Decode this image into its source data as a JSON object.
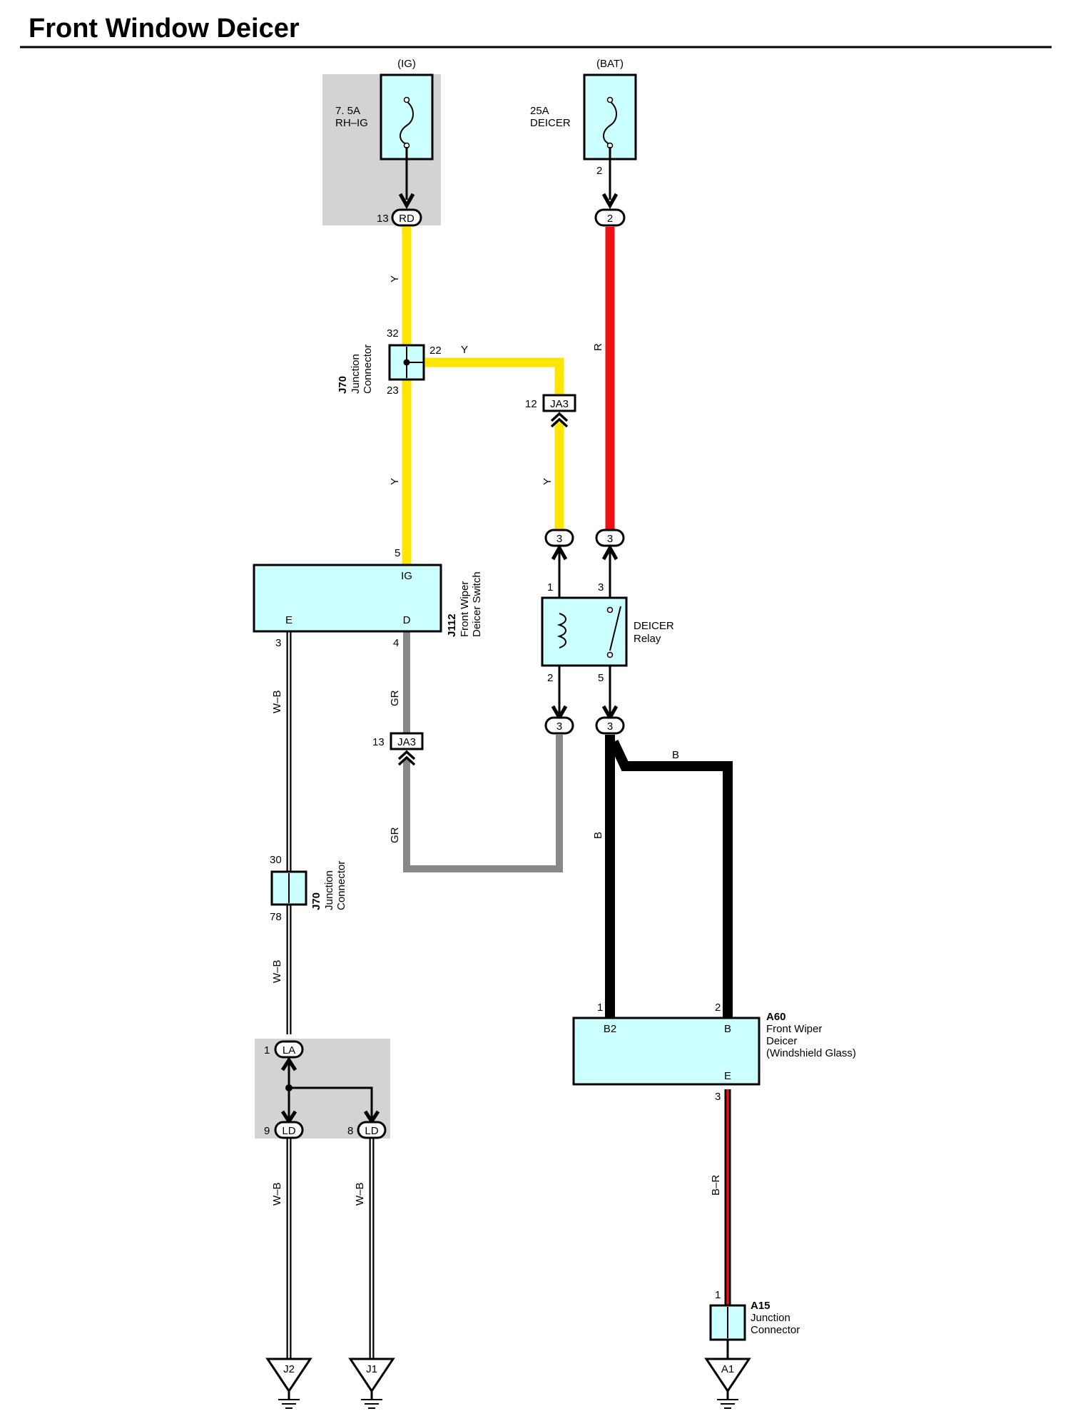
{
  "title": "Front Window Deicer",
  "colors": {
    "yellow": "#ffe600",
    "red": "#ee1111",
    "gray": "#888888",
    "black": "#000000",
    "box_fill": "#ccffff",
    "shade": "#d3d3d3"
  },
  "sources": {
    "ig": {
      "label": "(IG)",
      "fuse_amp": "7. 5A",
      "fuse_name": "RH–IG",
      "conn": "RD",
      "conn_pin": "13"
    },
    "bat": {
      "label": "(BAT)",
      "fuse_amp": "25A",
      "fuse_name": "DEICER",
      "fuse_pin": "2",
      "conn": "2"
    }
  },
  "j70_top": {
    "code": "J70",
    "name1": "Junction",
    "name2": "Connector",
    "pin_in": "32",
    "pin_branch": "22",
    "pin_out": "23"
  },
  "ja3_top": {
    "code": "JA3",
    "pin": "12"
  },
  "ja3_bottom": {
    "code": "JA3",
    "pin": "13"
  },
  "switch": {
    "code": "J112",
    "name1": "Front Wiper",
    "name2": "Deicer Switch",
    "term_ig": "IG",
    "term_e": "E",
    "term_d": "D",
    "pin_ig": "5",
    "pin_e": "3",
    "pin_d": "4"
  },
  "relay": {
    "name1": "DEICER",
    "name2": "Relay",
    "pin1": "1",
    "pin2": "2",
    "pin3": "3",
    "pin5": "5",
    "conn_top_left": "3",
    "conn_top_right": "3",
    "conn_bot_left": "3",
    "conn_bot_right": "3"
  },
  "j70_bottom": {
    "code": "J70",
    "name1": "Junction",
    "name2": "Connector",
    "pin_top": "30",
    "pin_bottom": "78"
  },
  "lalb": {
    "conn_top": "LA",
    "pin_top": "1",
    "conn_left": "LD",
    "pin_left": "9",
    "conn_right": "LD",
    "pin_right": "8"
  },
  "deicer": {
    "code": "A60",
    "name1": "Front Wiper",
    "name2": "Deicer",
    "name3": "(Windshield Glass)",
    "term_b2": "B2",
    "term_b": "B",
    "term_e": "E",
    "pin_b2": "1",
    "pin_b": "2",
    "pin_e": "3"
  },
  "a15": {
    "code": "A15",
    "name1": "Junction",
    "name2": "Connector",
    "pin": "1"
  },
  "grounds": {
    "j2": "J2",
    "j1": "J1",
    "a1": "A1"
  },
  "wires": {
    "y1": "Y",
    "y2": "Y",
    "y3": "Y",
    "y4": "Y",
    "r1": "R",
    "gr1": "GR",
    "gr2": "GR",
    "b1": "B",
    "b2": "B",
    "wb1": "W–B",
    "wb2": "W–B",
    "wb3": "W–B",
    "wb4": "W–B",
    "br1": "B–R"
  }
}
